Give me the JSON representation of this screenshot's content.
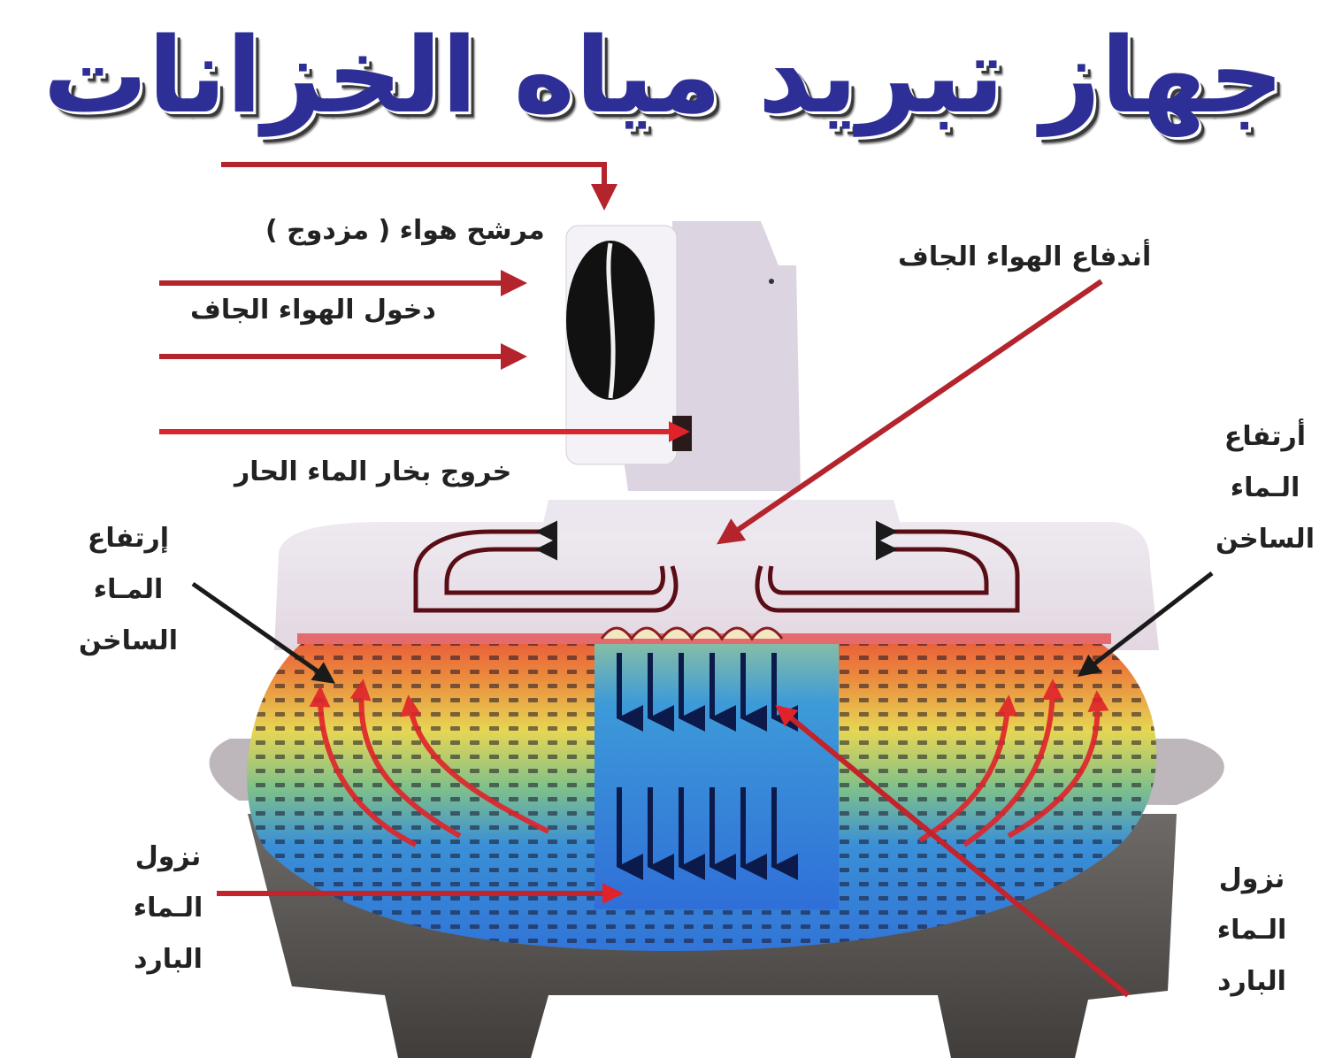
{
  "title": "جهاز تبريد مياه الخزانات",
  "colors": {
    "title": "#2e2f96",
    "arrow_red": "#b3242c",
    "arrow_dark": "#1a1a1a",
    "tank_body": "#55524f",
    "tank_lid": "#e4dde6",
    "water_hot": "#e8593a",
    "water_warm": "#e6d653",
    "water_cold": "#2f6fd8"
  },
  "labels": {
    "air_filter": "مرشح هواء ( مزدوج )",
    "dry_air_inlet": "دخول الهواء الجاف",
    "hot_vapor_outlet": "خروج بخار الماء الحار",
    "dry_air_push": "أندفاع الهواء الجاف",
    "hot_water_rise_left": [
      "إرتفاع",
      "المـاء",
      "الساخن"
    ],
    "hot_water_rise_right": [
      "أرتفاع",
      "الـماء",
      "الساخن"
    ],
    "cold_water_descent_left": [
      "نزول",
      "الـماء",
      "البارد"
    ],
    "cold_water_descent_right": [
      "نزول",
      "الـماء",
      "البارد"
    ]
  }
}
